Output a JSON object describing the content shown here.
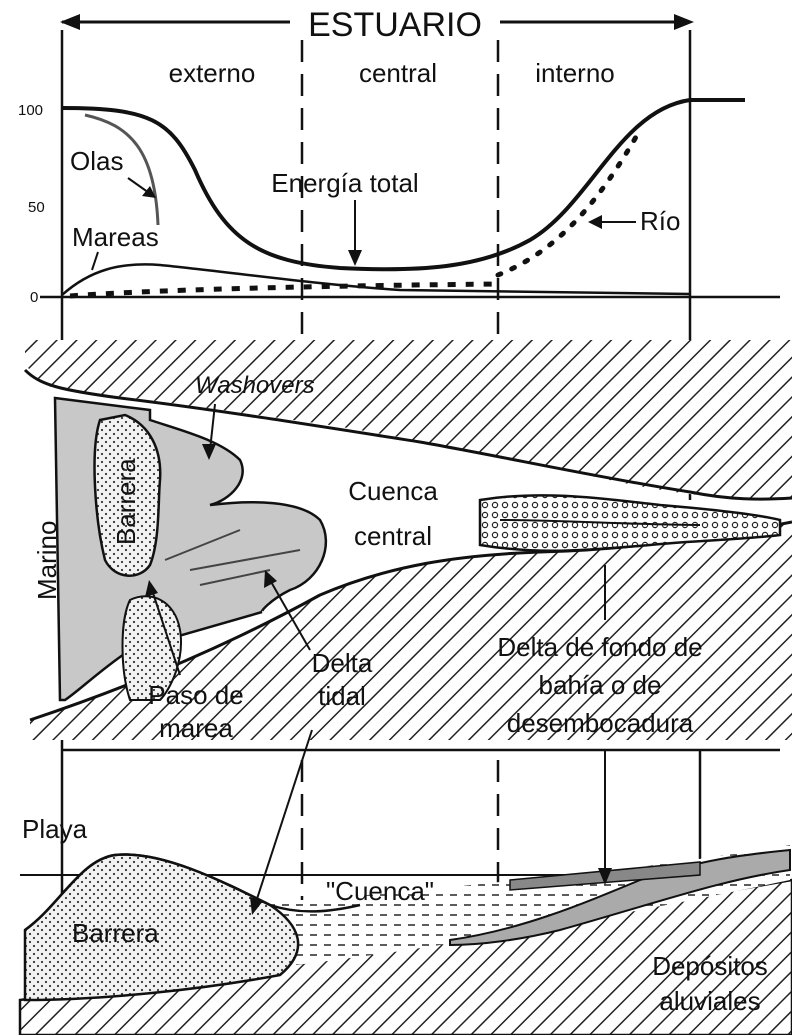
{
  "title": "ESTUARIO",
  "zones": {
    "outer": "externo",
    "central": "central",
    "inner": "interno"
  },
  "energy_axis": {
    "tick_100": "100",
    "tick_50": "50",
    "tick_0": "0"
  },
  "energy_labels": {
    "waves": "Olas",
    "total_energy": "Energía total",
    "tides": "Mareas",
    "river": "Río"
  },
  "plan_view": {
    "washovers": "Washovers",
    "barrier": "Barrera",
    "marine": "Marino",
    "central_basin_line1": "Cuenca",
    "central_basin_line2": "central",
    "tidal_inlet_line1": "Paso de",
    "tidal_inlet_line2": "marea",
    "tidal_delta_line1": "Delta",
    "tidal_delta_line2": "tidal",
    "bayhead_delta_line1": "Delta de fondo de",
    "bayhead_delta_line2": "bahía o de",
    "bayhead_delta_line3": "desembocadura"
  },
  "section_view": {
    "beach": "Playa",
    "barrier": "Barrera",
    "basin": "\"Cuenca\"",
    "alluvial_line1": "Depósitos",
    "alluvial_line2": "aluviales"
  }
}
